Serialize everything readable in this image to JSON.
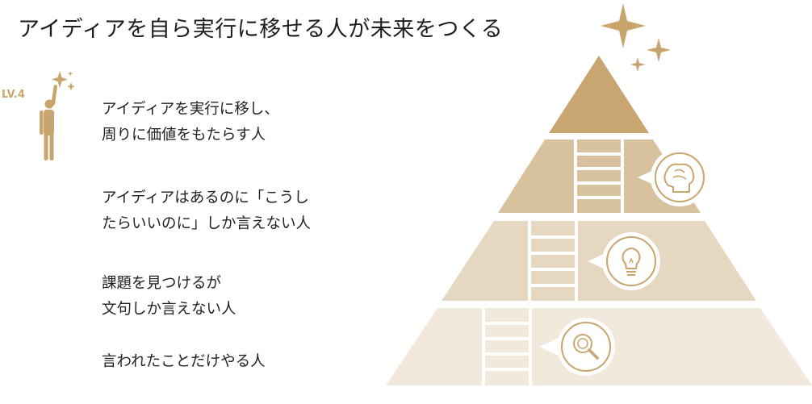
{
  "title": "アイディアを自ら実行に移せる人が未来をつくる",
  "badge": "LV.4",
  "levels": [
    {
      "line1": "アイディアを実行に移し、",
      "line2": "周りに価値をもたらす人"
    },
    {
      "line1": "アイディアはあるのに「こうし",
      "line2": "たらいいのに」しか言えない人"
    },
    {
      "line1": "課題を見つけるが",
      "line2": "文句しか言えない人"
    },
    {
      "line1": "言われたことだけやる人",
      "line2": ""
    }
  ],
  "colors": {
    "tier1": "#c9a571",
    "tier2": "#d8c29e",
    "tier3": "#e6d8c0",
    "tier4": "#f1e9dc",
    "accent": "#c8a56d"
  },
  "icons": [
    "sparkle-icon",
    "brain-icon",
    "lightbulb-icon",
    "magnifier-icon",
    "person-raising-hand-icon"
  ]
}
